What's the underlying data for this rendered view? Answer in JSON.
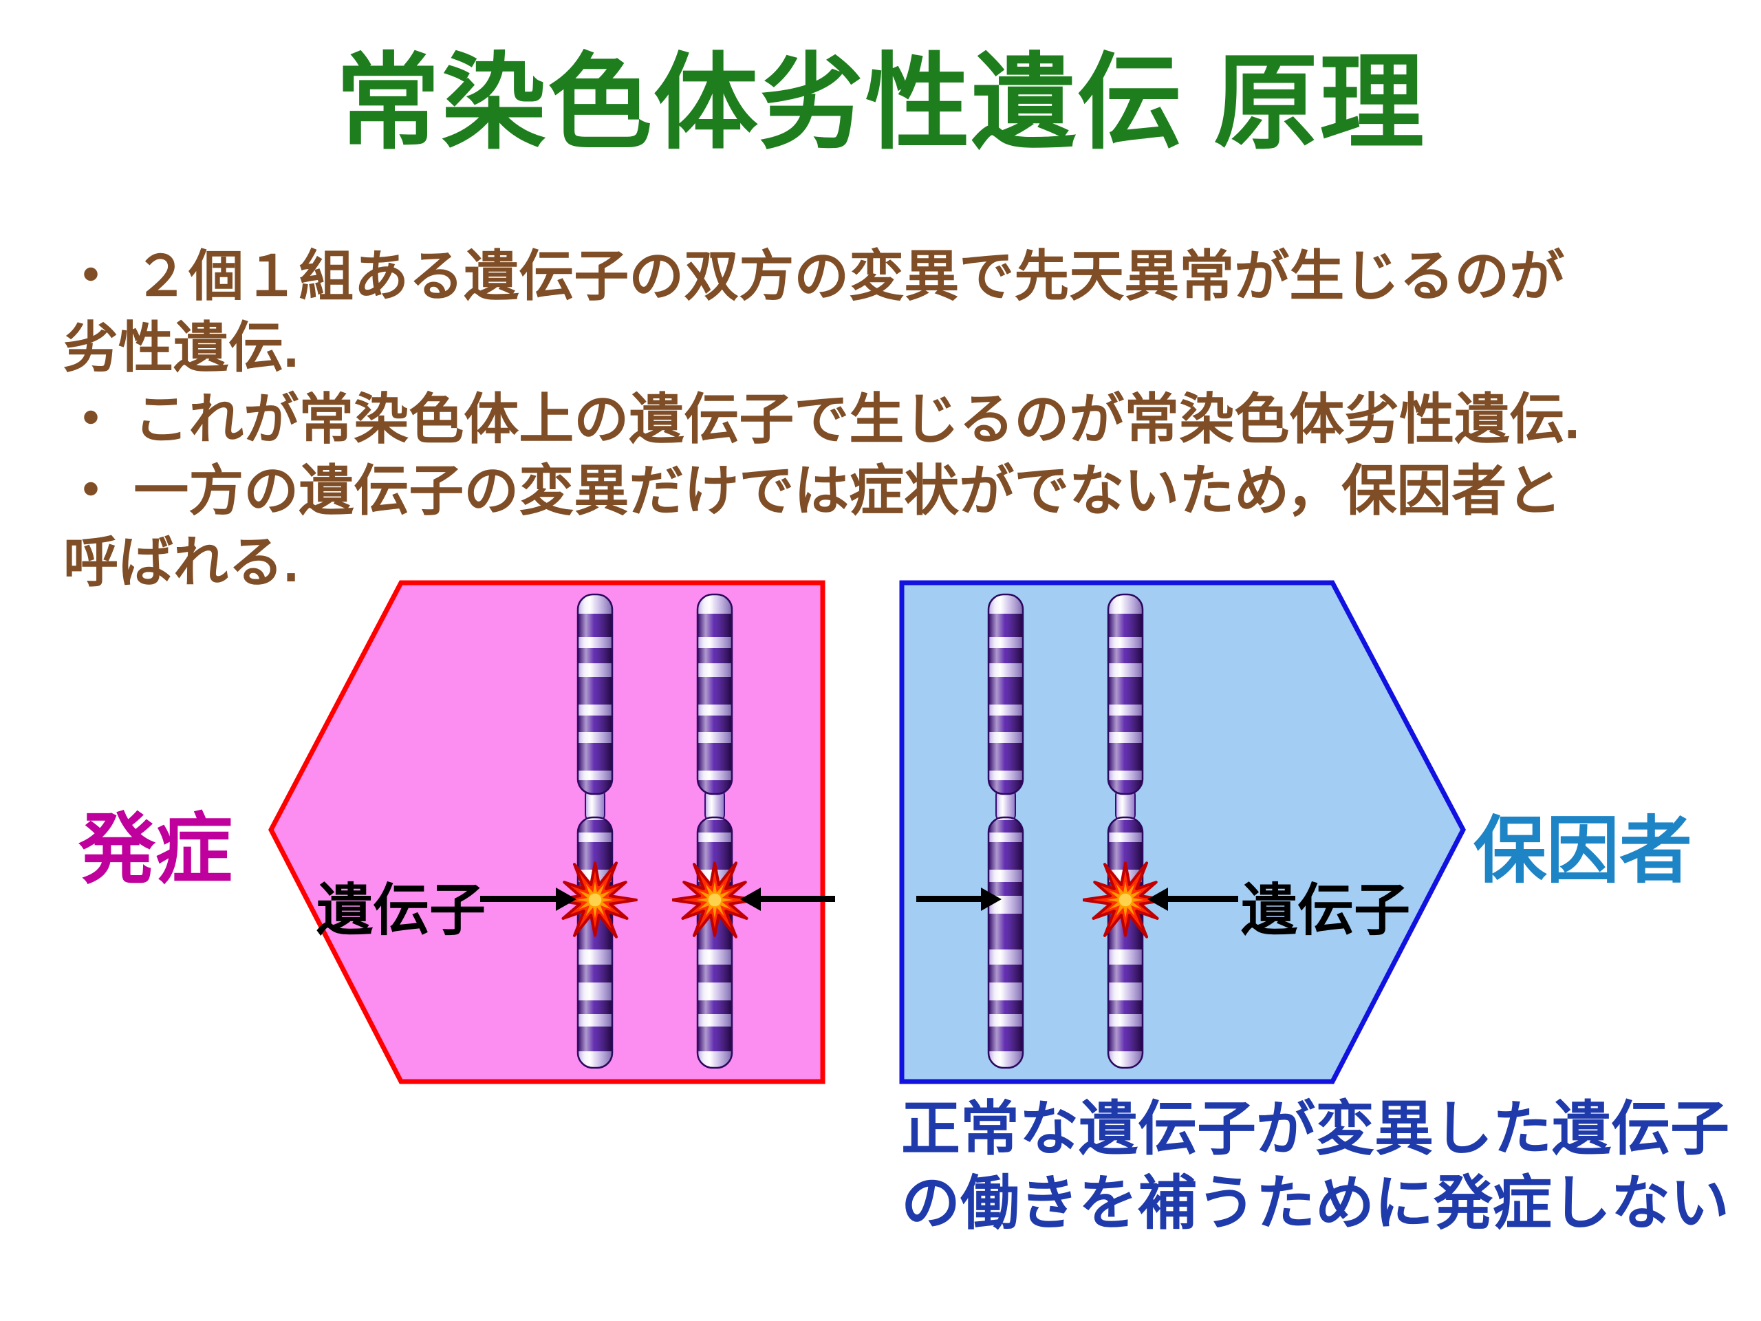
{
  "title": "常染色体劣性遺伝 原理",
  "bullets": {
    "lines": [
      "・ ２個１組ある遺伝子の双方の変異で先天異常が生じるのが",
      "劣性遺伝.",
      "・ これが常染色体上の遺伝子で生じるのが常染色体劣性遺伝.",
      "・ 一方の遺伝子の変異だけでは症状がでないため，保因者と",
      "呼ばれる."
    ]
  },
  "affected": {
    "label": "発症",
    "gene_label": "遺伝子",
    "panel_fill": "#fb8ef0",
    "panel_border": "#ff0000",
    "label_color": "#c0009c",
    "mutated_chromosomes": 2
  },
  "carrier": {
    "label": "保因者",
    "gene_label": "遺伝子",
    "panel_fill": "#a3cdf3",
    "panel_border": "#1212e0",
    "label_color": "#1d84c6",
    "mutated_chromosomes": 1
  },
  "caption": {
    "lines": [
      "正常な遺伝子が変異した遺伝子",
      "の働きを補うために発症しない"
    ],
    "color": "#1f3aaa"
  },
  "colors": {
    "title": "#1e7e1e",
    "body_text": "#7f4e26",
    "chromosome_dark": "#30085f",
    "chromosome_light": "#ffffff",
    "burst": "#ff2d00"
  },
  "icons": {
    "mutation": "mutation-burst-icon",
    "gene_pointer": "gene-arrow-icon"
  }
}
